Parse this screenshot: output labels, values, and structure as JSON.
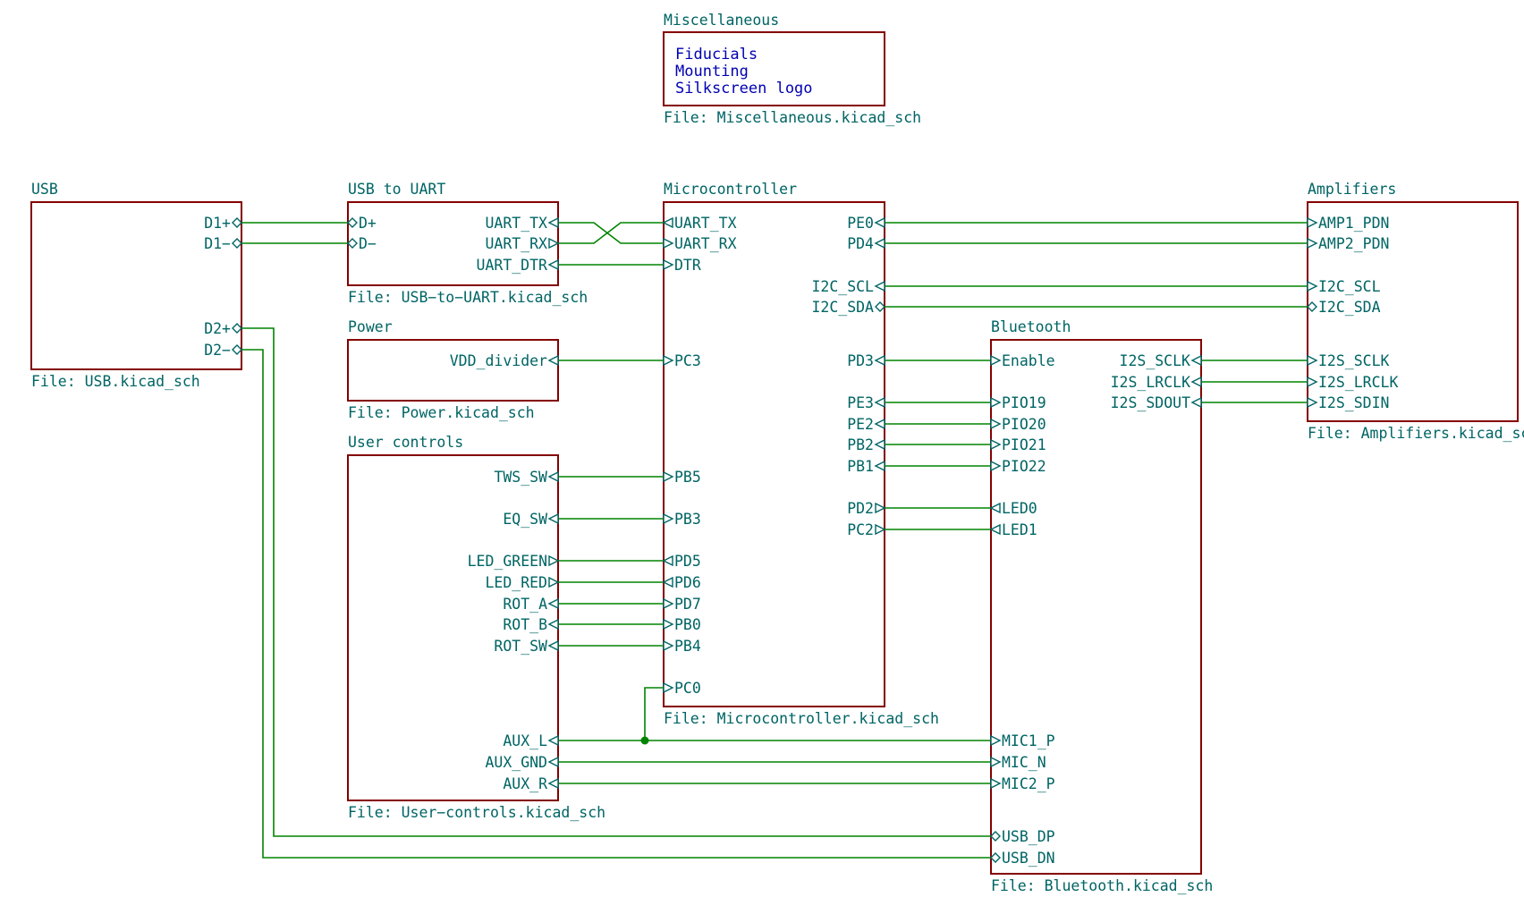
{
  "colors": {
    "sheet_border": "#840000",
    "wire": "#008400",
    "label": "#006464",
    "miscellaneous_text": "#0000b4",
    "background": "#ffffff"
  },
  "sheets": {
    "miscellaneous": {
      "title": "Miscellaneous",
      "file": "File: Miscellaneous.kicad_sch",
      "items": [
        "Fiducials",
        "Mounting",
        "Silkscreen logo"
      ]
    },
    "usb": {
      "title": "USB",
      "file": "File: USB.kicad_sch",
      "pins": [
        "D1+",
        "D1−",
        "D2+",
        "D2−"
      ]
    },
    "usb_to_uart": {
      "title": "USB to UART",
      "file": "File: USB−to−UART.kicad_sch",
      "pins_left": [
        "D+",
        "D−"
      ],
      "pins_right": [
        "UART_TX",
        "UART_RX",
        "UART_DTR"
      ]
    },
    "power": {
      "title": "Power",
      "file": "File: Power.kicad_sch",
      "pins": [
        "VDD_divider"
      ]
    },
    "user_controls": {
      "title": "User controls",
      "file": "File: User−controls.kicad_sch",
      "pins": [
        "TWS_SW",
        "EQ_SW",
        "LED_GREEN",
        "LED_RED",
        "ROT_A",
        "ROT_B",
        "ROT_SW",
        "AUX_L",
        "AUX_GND",
        "AUX_R"
      ]
    },
    "microcontroller": {
      "title": "Microcontroller",
      "file": "File: Microcontroller.kicad_sch",
      "pins_left": [
        "UART_TX",
        "UART_RX",
        "DTR",
        "PC3",
        "PB5",
        "PB3",
        "PD5",
        "PD6",
        "PD7",
        "PB0",
        "PB4",
        "PC0"
      ],
      "pins_right": [
        "PE0",
        "PD4",
        "I2C_SCL",
        "I2C_SDA",
        "PD3",
        "PE3",
        "PE2",
        "PB2",
        "PB1",
        "PD2",
        "PC2"
      ]
    },
    "bluetooth": {
      "title": "Bluetooth",
      "file": "File: Bluetooth.kicad_sch",
      "pins_left": [
        "Enable",
        "PIO19",
        "PIO20",
        "PIO21",
        "PIO22",
        "LED0",
        "LED1",
        "MIC1_P",
        "MIC_N",
        "MIC2_P",
        "USB_DP",
        "USB_DN"
      ],
      "pins_right": [
        "I2S_SCLK",
        "I2S_LRCLK",
        "I2S_SDOUT"
      ]
    },
    "amplifiers": {
      "title": "Amplifiers",
      "file": "File: Amplifiers.kicad_sch",
      "pins": [
        "AMP1_PDN",
        "AMP2_PDN",
        "I2C_SCL",
        "I2C_SDA",
        "I2S_SCLK",
        "I2S_LRCLK",
        "I2S_SDIN"
      ]
    }
  }
}
